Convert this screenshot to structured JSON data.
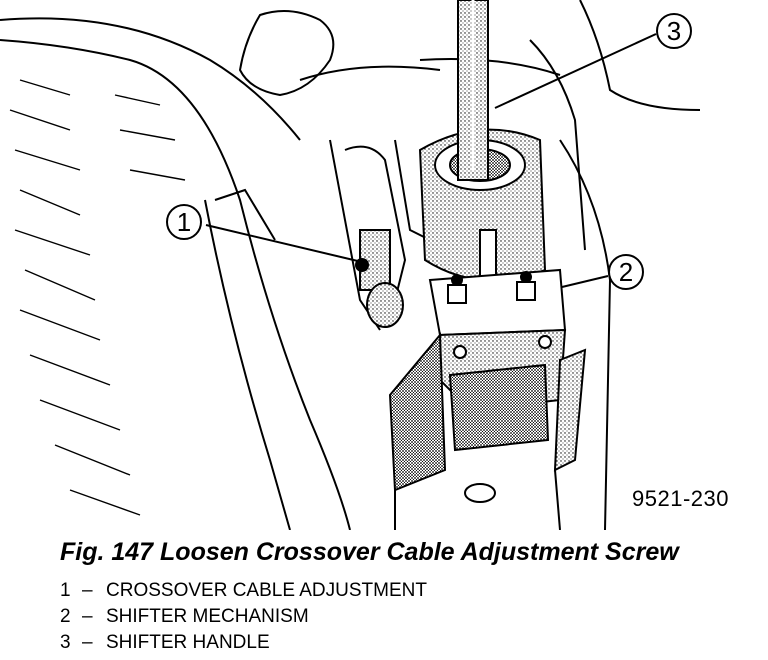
{
  "figure": {
    "code": "9521-230",
    "caption": "Fig. 147 Loosen Crossover Cable Adjustment Screw"
  },
  "callouts": [
    {
      "number": "1",
      "target": "crossover-cable-adjustment"
    },
    {
      "number": "2",
      "target": "shifter-mechanism"
    },
    {
      "number": "3",
      "target": "shifter-handle"
    }
  ],
  "legend": [
    {
      "number": "1",
      "dash": "–",
      "label": "CROSSOVER CABLE ADJUSTMENT"
    },
    {
      "number": "2",
      "dash": "–",
      "label": "SHIFTER MECHANISM"
    },
    {
      "number": "3",
      "dash": "–",
      "label": "SHIFTER HANDLE"
    }
  ]
}
